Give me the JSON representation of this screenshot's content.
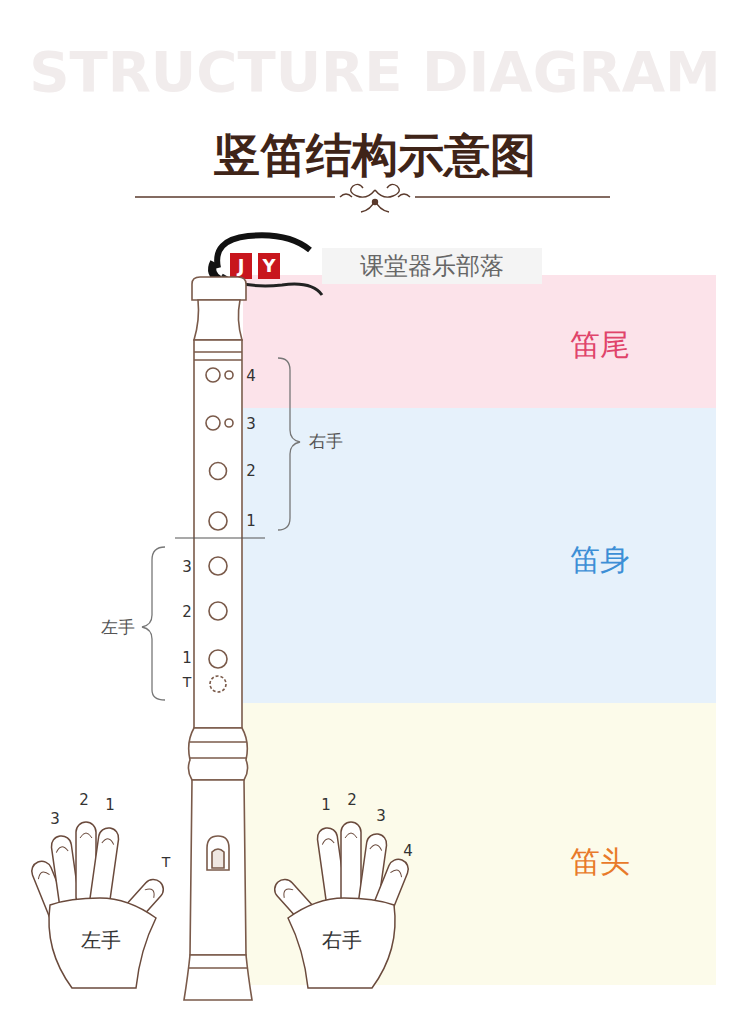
{
  "diagram": {
    "title": "竖笛结构示意图",
    "nodes": [
      {
        "text": [
          "笛尾"
        ]
      },
      {
        "text": [
          "笛身"
        ]
      },
      {
        "text": [
          "笛头"
        ]
      }
    ],
    "labels": [
      "STRUCTURE DIAGRAM",
      "J",
      "Y",
      "课堂器乐部落",
      "4",
      "3",
      "2",
      "1",
      "右手",
      "3",
      "2",
      "1",
      "T",
      "左手",
      "3",
      "2",
      "1",
      "T",
      "左手",
      "1",
      "2",
      "3",
      "4",
      "右手"
    ]
  }
}
